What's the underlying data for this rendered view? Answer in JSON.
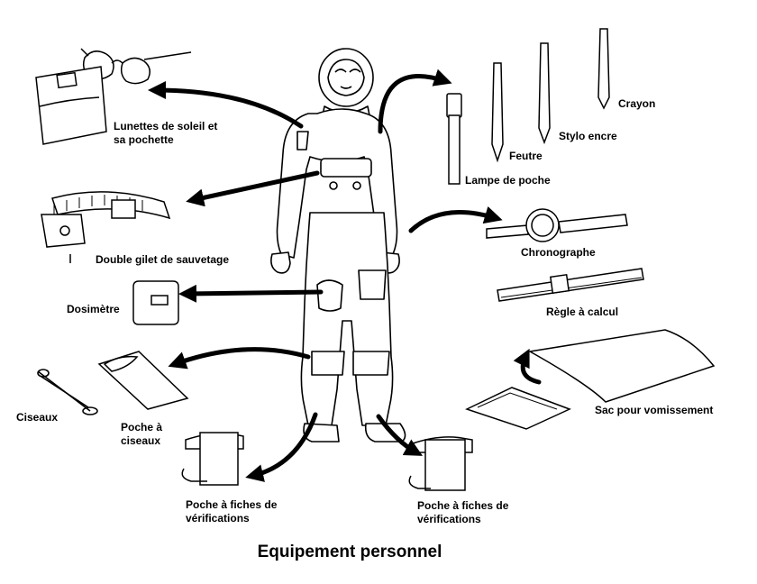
{
  "title": "Equipement personnel",
  "items": {
    "lunettes": {
      "line1": "Lunettes de soleil et",
      "line2": "sa pochette"
    },
    "gilet": {
      "line1": "Double gilet de sauvetage"
    },
    "dosimetre": {
      "line1": "Dosimètre"
    },
    "ciseaux": {
      "line1": "Ciseaux"
    },
    "poche_ciseaux": {
      "line1": "Poche à",
      "line2": "ciseaux"
    },
    "poche_fiches_gauche": {
      "line1": "Poche à fiches de",
      "line2": "vérifications"
    },
    "poche_fiches_droite": {
      "line1": "Poche à fiches de",
      "line2": "vérifications"
    },
    "lampe": {
      "line1": "Lampe de poche"
    },
    "feutre": {
      "line1": "Feutre"
    },
    "stylo": {
      "line1": "Stylo encre"
    },
    "crayon": {
      "line1": "Crayon"
    },
    "chronographe": {
      "line1": "Chronographe"
    },
    "regle": {
      "line1": "Règle à calcul"
    },
    "sac": {
      "line1": "Sac pour vomissement"
    }
  }
}
